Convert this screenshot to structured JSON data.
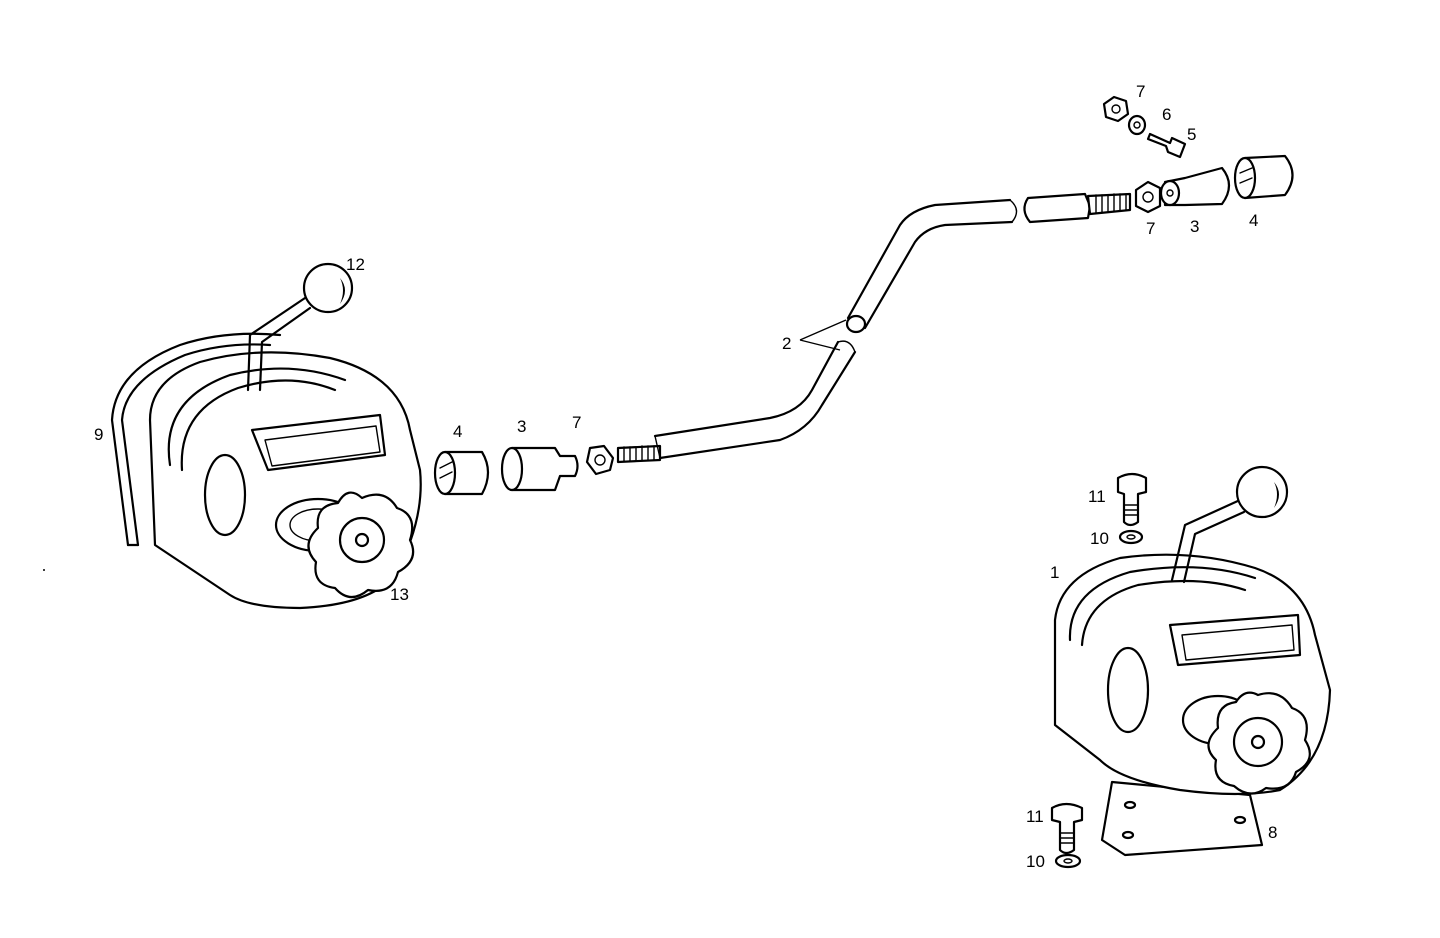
{
  "callouts": {
    "c12": "12",
    "c9": "9",
    "c13": "13",
    "c4_left": "4",
    "c3_left": "3",
    "c7_left": "7",
    "c2": "2",
    "c7_top": "7",
    "c6": "6",
    "c5": "5",
    "c7_right": "7",
    "c3_right": "3",
    "c4_right": "4",
    "c11_top": "11",
    "c10_top": "10",
    "c1": "1",
    "c11_bottom": "11",
    "c10_bottom": "10",
    "c8": "8"
  }
}
